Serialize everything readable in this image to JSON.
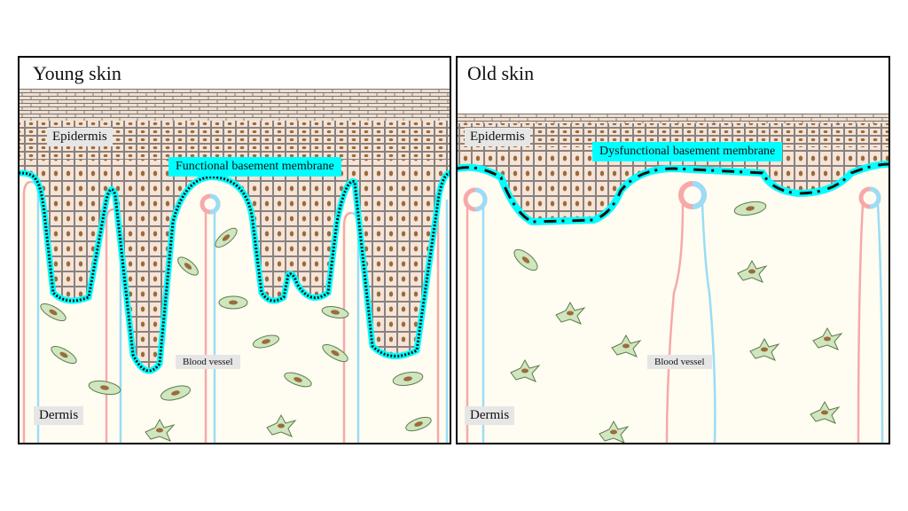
{
  "panels": [
    {
      "title": "Young skin",
      "epidermis": "Epidermis",
      "membrane": "Functional basement membrane",
      "vessel": "Blood vessel",
      "dermis": "Dermis"
    },
    {
      "title": "Old skin",
      "epidermis": "Epidermis",
      "membrane": "Dysfunctional basement membrane",
      "vessel": "Blood vessel",
      "dermis": "Dermis"
    }
  ],
  "colors": {
    "epidermis": "#f6e4d8",
    "nucleus": "#9b6b3c",
    "dermis": "#fffcf2",
    "membrane": "#00ffff",
    "artery": "#f7a9a9",
    "vein": "#9bdcf6",
    "fibroblast": "#cfe6bf"
  }
}
